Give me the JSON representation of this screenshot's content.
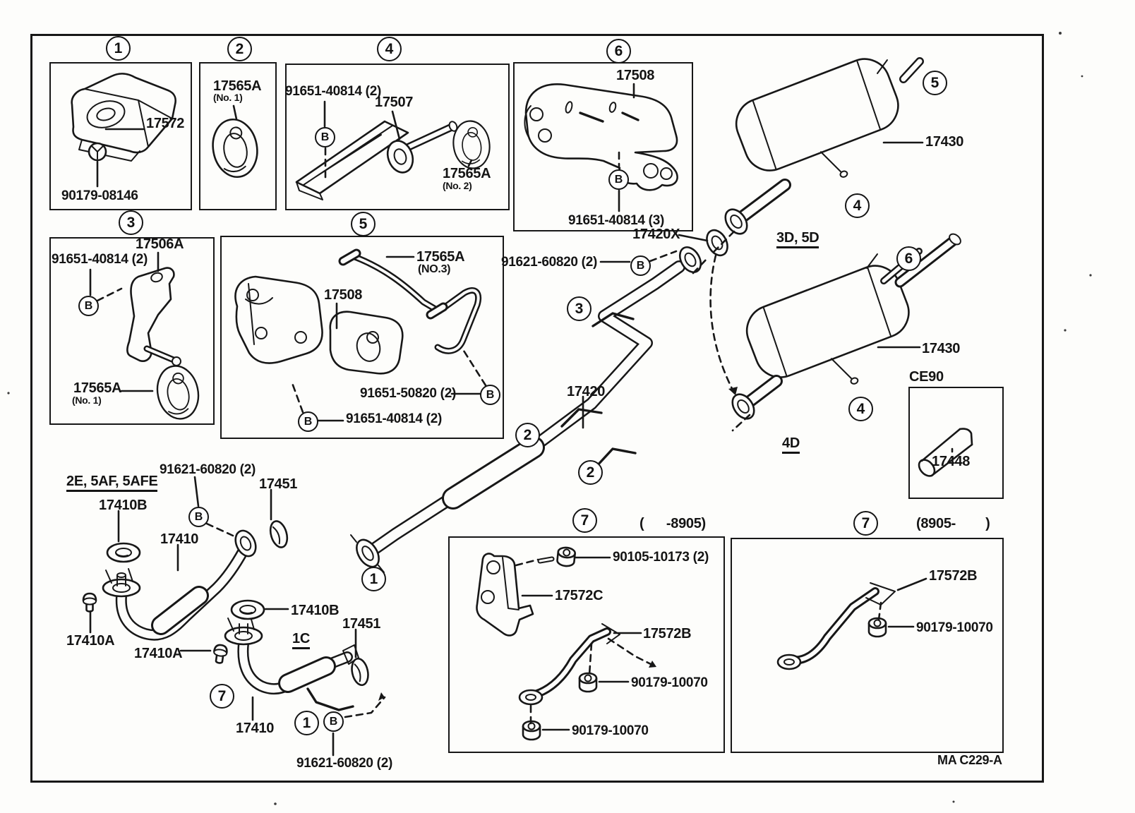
{
  "footer": {
    "code": "MA C229-A"
  },
  "callouts": {
    "n1": "1",
    "n2": "2",
    "n3": "3",
    "n4": "4",
    "n5": "5",
    "n6": "6",
    "n7": "7",
    "b": "B"
  },
  "boxes": {
    "box1": {
      "part": "17572",
      "nut": "90179-08146"
    },
    "box2": {
      "insulator": "17565A",
      "note": "(No. 1)"
    },
    "box4": {
      "bolt": "91651-40814 (2)",
      "pin": "17507",
      "insulator": "17565A",
      "note": "(No. 2)"
    },
    "box6": {
      "bracket": "17508",
      "bolt": "91651-40814 (3)"
    },
    "box3": {
      "bolt": "91651-40814 (2)",
      "bracket": "17506A",
      "insulator": "17565A",
      "note": "(No. 1)"
    },
    "box5": {
      "insulator": "17565A",
      "note": "(NO.3)",
      "bracket": "17508",
      "bolt_upper": "91651-50820 (2)",
      "bolt_lower": "91651-40814 (2)"
    },
    "bracket_early": {
      "range": "(      -8905)",
      "bolt": "90105-10173 (2)",
      "bracket_c": "17572C",
      "bracket_b": "17572B",
      "nut": "90179-10070"
    },
    "bracket_late": {
      "range": "(8905-        )",
      "bracket_b": "17572B",
      "nut": "90179-10070"
    }
  },
  "center": {
    "pipe": "17420",
    "gasket": "17420X",
    "bolt": "91621-60820 (2)"
  },
  "mufflers": {
    "hatchback": {
      "part": "17430",
      "variant": "3D, 5D"
    },
    "sedan": {
      "part": "17430",
      "variant": "4D"
    }
  },
  "ce90": {
    "model": "CE90",
    "tailpipe": "17448"
  },
  "front_pipes": {
    "gas": {
      "engines": "2E, 5AF, 5AFE",
      "bolt": "91621-60820 (2)",
      "gasket": "17451",
      "ring": "17410B",
      "pipe": "17410",
      "spring_bolt": "17410A"
    },
    "diesel": {
      "engine": "1C",
      "ring": "17410B",
      "gasket": "17451",
      "pipe": "17410",
      "spring_bolt": "17410A",
      "bolt": "91621-60820 (2)"
    }
  }
}
